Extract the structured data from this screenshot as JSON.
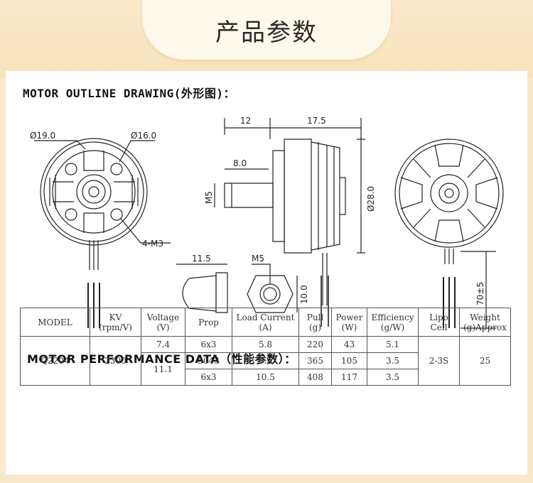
{
  "header": {
    "title": "产品参数"
  },
  "outline": {
    "title": "MOTOR OUTLINE DRAWING(外形图)：",
    "dims": {
      "d19": "Ø19.0",
      "d16": "Ø16.0",
      "screws": "4-M3",
      "len12": "12",
      "len17": "17.5",
      "len8": "8.0",
      "m5_side": "M5",
      "d28": "Ø28.0",
      "len115": "11.5",
      "m5_nut": "M5",
      "len10": "10.0",
      "lead": "70±5"
    }
  },
  "performance": {
    "title": "MOTOR PERFORMANCE DATA（性能参数）：",
    "headers": {
      "model": "MODEL",
      "kv": "KV",
      "kv_unit": "(rpm/V)",
      "voltage": "Voltage",
      "voltage_unit": "(V)",
      "prop": "Prop",
      "load": "Load Current",
      "load_unit": "(A)",
      "pull": "Pull",
      "pull_unit": "(g)",
      "power": "Power",
      "power_unit": "(W)",
      "eff": "Efficiency",
      "eff_unit": "(g/W)",
      "lipo": "Lipo",
      "lipo_unit": "Cell",
      "weight": "Weight",
      "weight_unit": "(g)Approx"
    },
    "model": "Q2204",
    "kv": "2300",
    "lipo": "2-3S",
    "weight": "25",
    "rows": [
      {
        "voltage": "7.4",
        "prop": "6x3",
        "current": "5.8",
        "pull": "220",
        "power": "43",
        "eff": "5.1"
      },
      {
        "voltage": "11.1",
        "prop": "5043",
        "current": "9.5",
        "pull": "365",
        "power": "105",
        "eff": "3.5"
      },
      {
        "voltage": "",
        "prop": "6x3",
        "current": "10.5",
        "pull": "408",
        "power": "117",
        "eff": "3.5"
      }
    ]
  }
}
